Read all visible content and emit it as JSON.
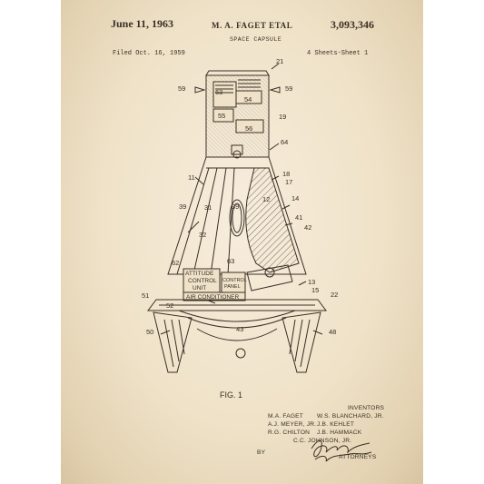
{
  "header": {
    "date": "June 11, 1963",
    "inventor": "M. A. FAGET ETAL",
    "patent_number": "3,093,346",
    "title": "SPACE CAPSULE",
    "filed": "Filed Oct. 16, 1959",
    "sheets": "4 Sheets-Sheet 1"
  },
  "labels": {
    "attitude_line1": "ATTITUDE",
    "attitude_line2": "CONTROL",
    "attitude_line3": "UNIT",
    "control_line1": "CONTROL",
    "control_line2": "PANEL",
    "air": "AIR CONDITIONER"
  },
  "refs": {
    "r21": "21",
    "r59a": "59",
    "r59b": "59",
    "r63a": "63",
    "r54": "54",
    "r19": "19",
    "r55": "55",
    "r56": "56",
    "r64": "64",
    "r11": "11",
    "r18": "18",
    "r17": "17",
    "r14": "14",
    "r12": "12",
    "r41": "41",
    "r42": "42",
    "r39a": "39",
    "r31": "31",
    "r39b": "39",
    "r32": "32",
    "r62": "62",
    "r63b": "63",
    "r13": "13",
    "r15": "15",
    "r22": "22",
    "r51": "51",
    "r52": "52",
    "r50": "50",
    "r43": "43",
    "r48": "48"
  },
  "figure": "FIG. 1",
  "inventors": {
    "heading": "INVENTORS",
    "left": [
      "M.A. FAGET",
      "A.J. MEYER, JR.",
      "R.G. CHILTON"
    ],
    "right": [
      "W.S. BLANCHARD, JR.",
      "J.B. KEHLET",
      "J.B. HAMMACK"
    ],
    "last": "C.C. JOHNSON, JR.",
    "by": "BY",
    "attorneys": "ATTORNEYS"
  },
  "colors": {
    "ink": "#3a2f26",
    "paper": "#f2e6d0"
  }
}
